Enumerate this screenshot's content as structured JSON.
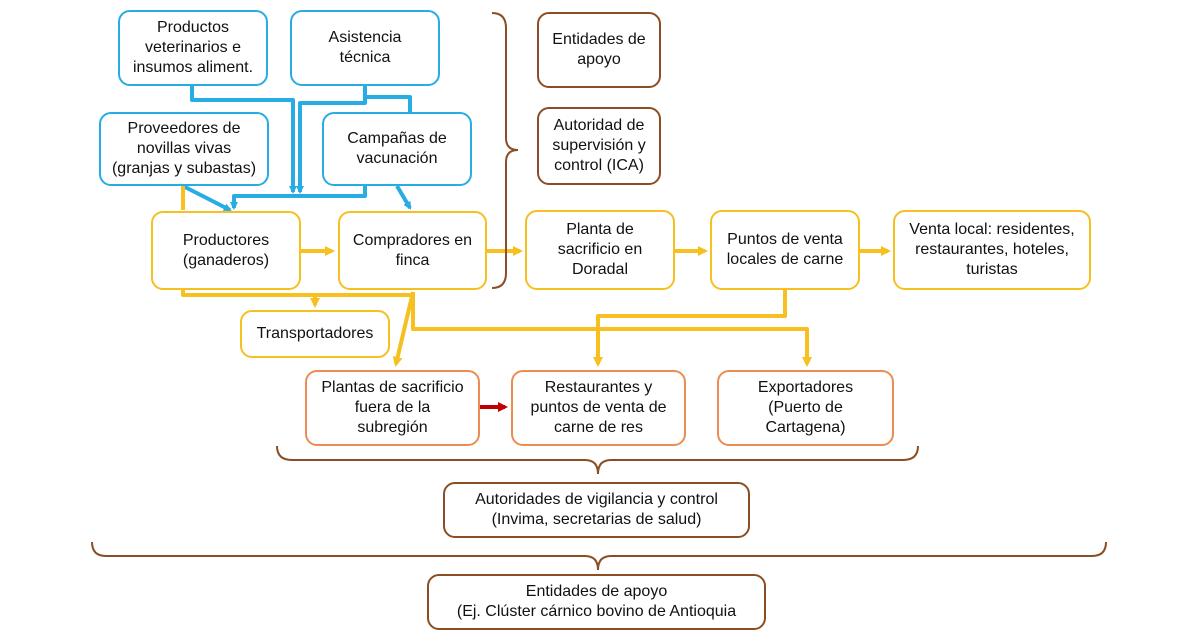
{
  "colors": {
    "blue": "#27ace3",
    "yellow": "#f5c020",
    "orange": "#ed8c52",
    "brown": "#8b4e24",
    "red": "#c00000"
  },
  "nodes": {
    "productos_veterinarios": "Productos\nveterinarios e\ninsumos aliment.",
    "asistencia_tecnica": "Asistencia\ntécnica",
    "proveedores_novillas": "Proveedores de\nnovillas vivas\n(granjas y subastas)",
    "campanas_vacunacion": "Campañas de\nvacunación",
    "entidades_apoyo_top": "Entidades de\napoyo",
    "autoridad_ica": "Autoridad de\nsupervisión y\ncontrol (ICA)",
    "productores": "Productores\n(ganaderos)",
    "compradores_finca": "Compradores en\nfinca",
    "planta_doradal": "Planta de\nsacrificio en\nDoradal",
    "puntos_venta_locales": "Puntos de venta\nlocales de carne",
    "venta_local": "Venta local: residentes,\nrestaurantes, hoteles,\nturistas",
    "transportadores": "Transportadores",
    "plantas_fuera": "Plantas de sacrificio\nfuera de la\nsubregión",
    "restaurantes_puntos": "Restaurantes y\npuntos de venta de\ncarne de res",
    "exportadores": "Exportadores\n(Puerto de\nCartagena)",
    "autoridades_vigilancia": "Autoridades de vigilancia y control\n(Invima, secretarias de salud)",
    "entidades_apoyo_bottom": "Entidades de apoyo\n(Ej. Clúster cárnico bovino de Antioquia"
  }
}
